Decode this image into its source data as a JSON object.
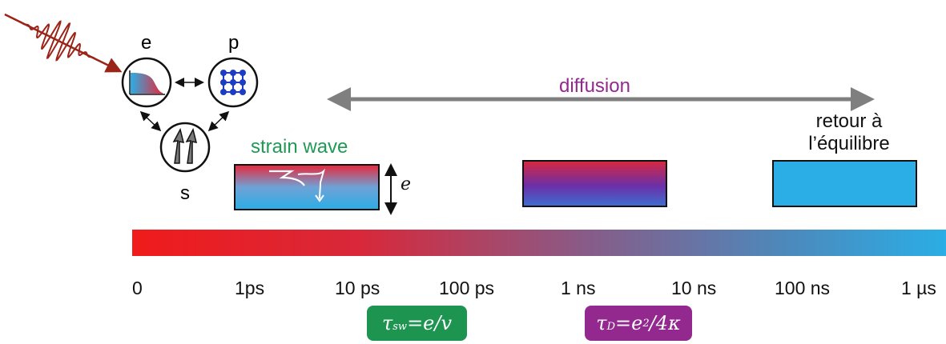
{
  "interactions": {
    "electrons_label": "e",
    "phonons_label": "p",
    "spins_label": "s"
  },
  "labels": {
    "strain_wave": "strain wave",
    "diffusion": "diffusion",
    "return_equilibrium_line1": "retour à",
    "return_equilibrium_line2": "l’équilibre",
    "thickness": "e"
  },
  "timeline": {
    "ticks": [
      "0",
      "1ps",
      "10 ps",
      "100 ps",
      "1 ns",
      "10 ns",
      "100 ns",
      "1 µs"
    ],
    "gradient_start_color": "#f01b1b",
    "gradient_mid_color": "#8a5a86",
    "gradient_end_color": "#2aaee5"
  },
  "time_constants": {
    "strain_wave": {
      "tau": "τ",
      "sub": "sw",
      "expr": "=e/v",
      "color": "#1e9451"
    },
    "diffusion": {
      "tau": "τ",
      "sub": "D",
      "expr_a": "=e",
      "sup": "2",
      "expr_b": "/4κ",
      "color": "#93288f"
    }
  },
  "colors": {
    "laser": "#9b2418",
    "arrow_gray": "#7f7f7f",
    "hot": "#e8273a",
    "mid": "#6b2fa8",
    "cold": "#2aaee5"
  }
}
